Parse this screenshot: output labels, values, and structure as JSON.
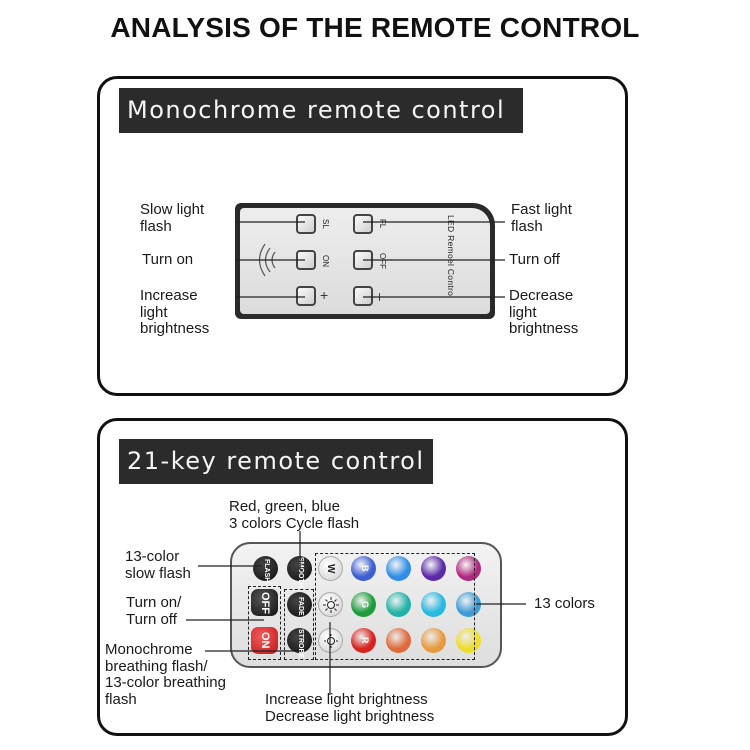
{
  "title": "ANALYSIS OF THE REMOTE CONTROL",
  "section1": {
    "heading": "Monochrome remote control",
    "remote_text": "LED Remoel Control",
    "key_labels": {
      "sl": "SL",
      "fl": "FL",
      "on": "ON",
      "off": "OFF",
      "plus": "+",
      "minus": "–"
    },
    "callouts": {
      "slow_flash": [
        "Slow light",
        "flash"
      ],
      "turn_on": [
        "Turn on"
      ],
      "increase": [
        "Increase",
        "light",
        "brightness"
      ],
      "fast_flash": [
        "Fast light",
        "flash"
      ],
      "turn_off": [
        "Turn off"
      ],
      "decrease": [
        "Decrease",
        "light",
        "brightness"
      ]
    }
  },
  "section2": {
    "heading": "21-key remote control",
    "key_labels": {
      "flash": "FLASH",
      "smooth": "SMOOTH",
      "w": "W",
      "off": "OFF",
      "fade": "FADE",
      "on": "ON",
      "strobe": "STROBE",
      "b": "B",
      "g": "G",
      "r": "R"
    },
    "color_keys": {
      "row1": [
        "#3b5fd0",
        "#2f8ee8",
        "#5b2aa8",
        "#b0287e"
      ],
      "row2": [
        "#1e9c3c",
        "#22b3a8",
        "#28b8e0",
        "#3d9bd8"
      ],
      "row3": [
        "#d8231f",
        "#e06a3a",
        "#e69a40",
        "#f0dc2a"
      ]
    },
    "callouts": {
      "rgb_cycle": [
        "Red, green, blue",
        "3 colors Cycle flash"
      ],
      "slow_13": [
        "13-color",
        "slow flash"
      ],
      "on_off": [
        "Turn on/",
        "Turn off"
      ],
      "breathing": [
        "Monochrome",
        "breathing flash/",
        "13-color breathing",
        "flash"
      ],
      "brightness": [
        "Increase light brightness",
        "Decrease light brightness"
      ],
      "thirteen": [
        "13 colors"
      ]
    }
  }
}
